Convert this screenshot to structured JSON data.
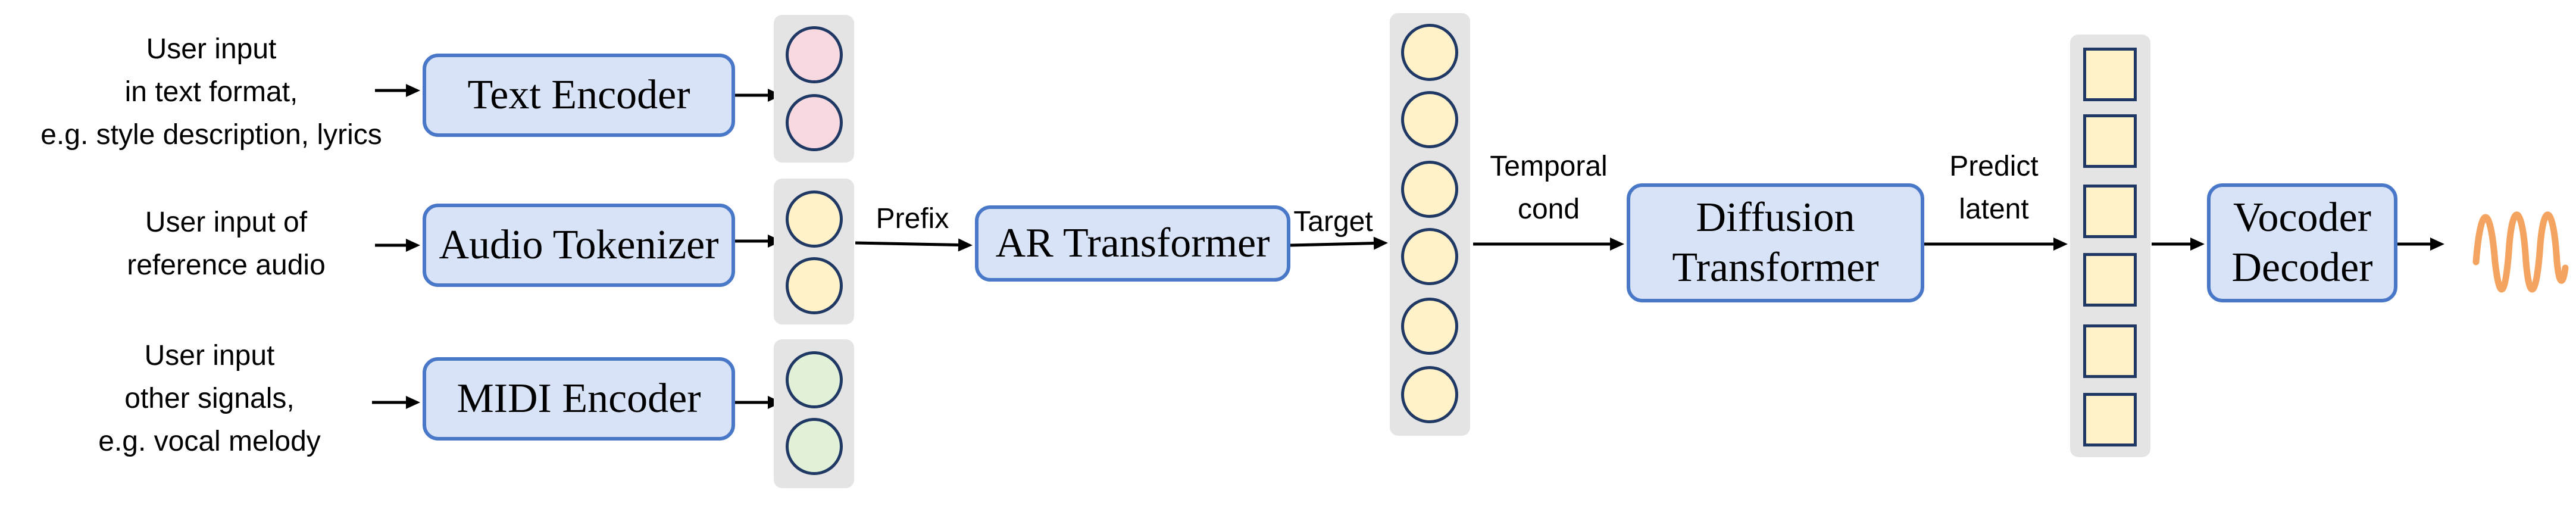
{
  "inputs": {
    "text": {
      "lines": [
        "User input",
        "in text format,",
        "e.g. style description, lyrics"
      ]
    },
    "audio": {
      "lines": [
        "User input of",
        "reference audio"
      ]
    },
    "midi": {
      "lines": [
        "User input",
        "other signals,",
        "e.g. vocal melody"
      ]
    }
  },
  "modules": {
    "text_encoder": "Text Encoder",
    "audio_tokenizer": "Audio Tokenizer",
    "midi_encoder": "MIDI Encoder",
    "ar_transformer": "AR Transformer",
    "diffusion_transformer": [
      "Diffusion",
      "Transformer"
    ],
    "vocoder_decoder": [
      "Vocoder",
      "Decoder"
    ]
  },
  "edge_labels": {
    "prefix": "Prefix",
    "target": "Target",
    "temporal_cond": [
      "Temporal",
      "cond"
    ],
    "predict_latent": [
      "Predict",
      "latent"
    ]
  },
  "colors": {
    "box_fill": "#d9e3f7",
    "box_border": "#4a78c8",
    "panel": "#e4e4e4",
    "token_border": "#1f3864",
    "text_token": "#f9d9e0",
    "audio_token": "#fff2c9",
    "midi_token": "#e1f1d8",
    "latent_token": "#fff2c9",
    "waveform": "#f4a460"
  },
  "icons": {
    "output": "waveform-icon"
  }
}
